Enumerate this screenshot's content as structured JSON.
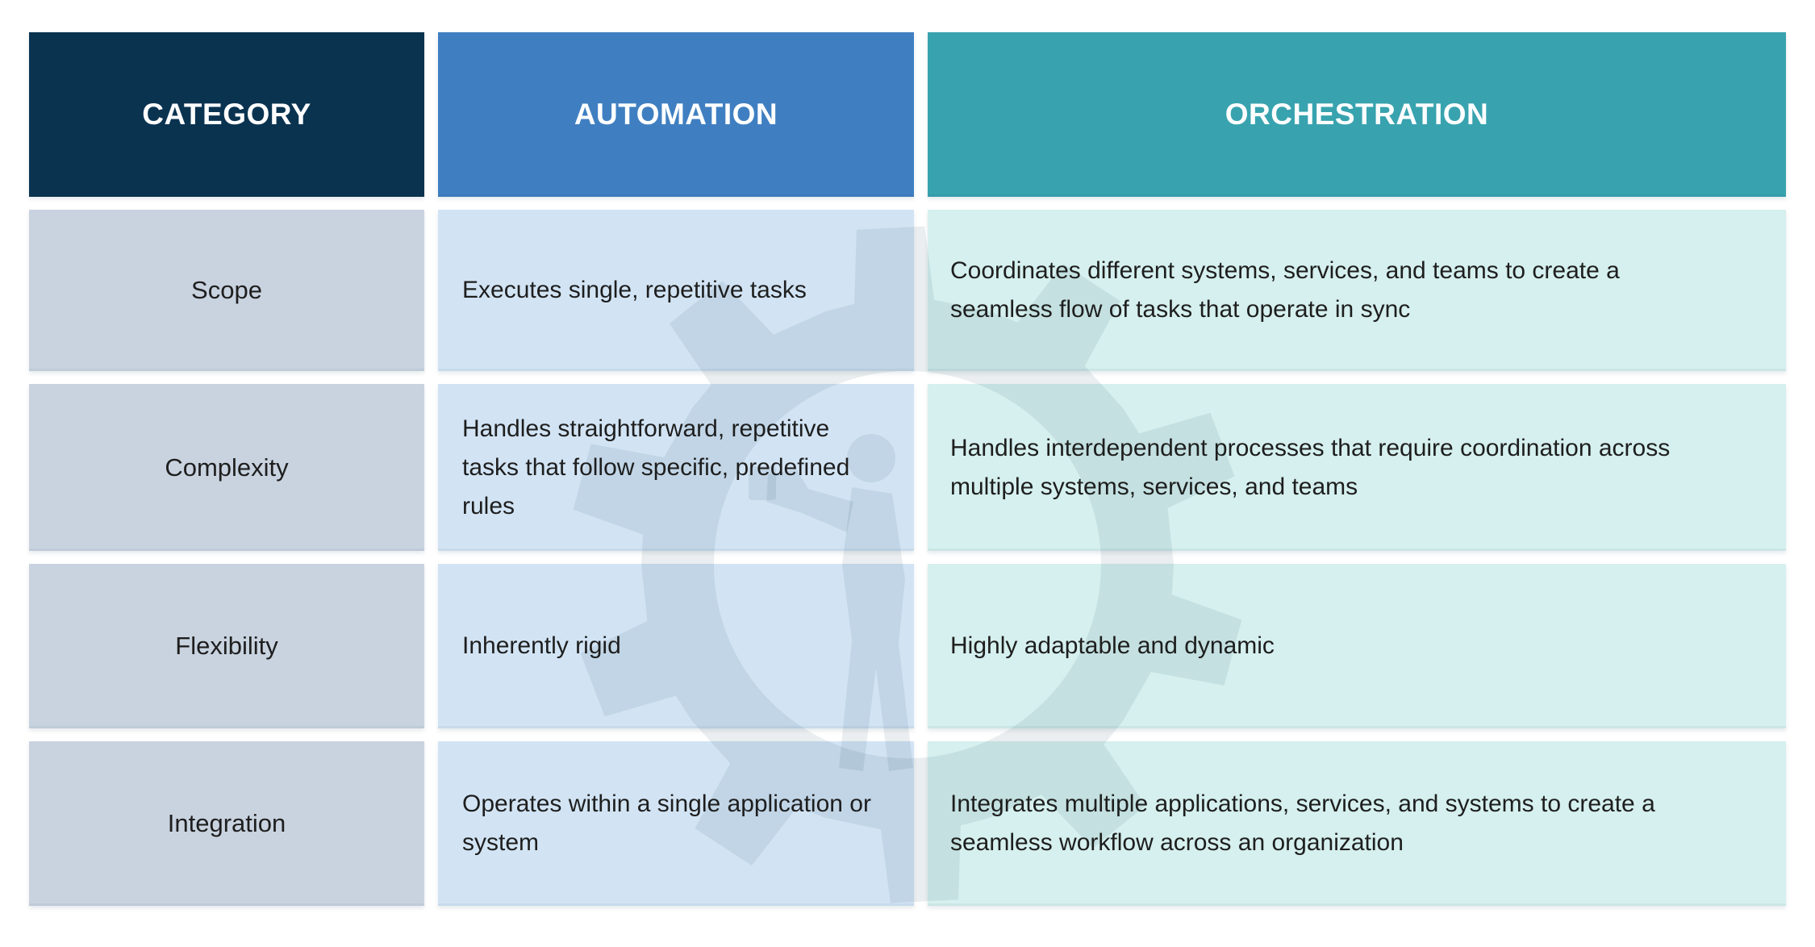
{
  "chart_data": {
    "type": "table",
    "columns": [
      "CATEGORY",
      "AUTOMATION",
      "ORCHESTRATION"
    ],
    "rows": [
      [
        "Scope",
        "Executes single, repetitive tasks",
        "Coordinates different systems, services, and teams to create a seamless flow of tasks that operate in sync"
      ],
      [
        "Complexity",
        "Handles straightforward, repetitive tasks that follow specific, predefined rules",
        "Handles interdependent processes that require coordination across multiple systems, services, and teams"
      ],
      [
        "Flexibility",
        "Inherently rigid",
        "Highly adaptable and dynamic"
      ],
      [
        "Integration",
        "Operates within a single application or system",
        "Integrates multiple applications, services, and systems to create a seamless workflow across an organization"
      ]
    ],
    "legend_position": "none",
    "grid": false
  },
  "style": {
    "header_colors": {
      "category": "#0a3350",
      "automation": "#3f7fc1",
      "orchestration": "#38a3af"
    },
    "cell_colors": {
      "category": "#c9d3e0",
      "automation": "#d2e4f4",
      "orchestration": "#d5f0ee"
    },
    "header_text_color": "#ffffff",
    "body_text_color": "#1e1e1e",
    "background_color": "#ffffff",
    "watermark": {
      "icon": "gear-with-worker-silhouette",
      "color": "#33576b",
      "opacity": 0.1
    }
  }
}
